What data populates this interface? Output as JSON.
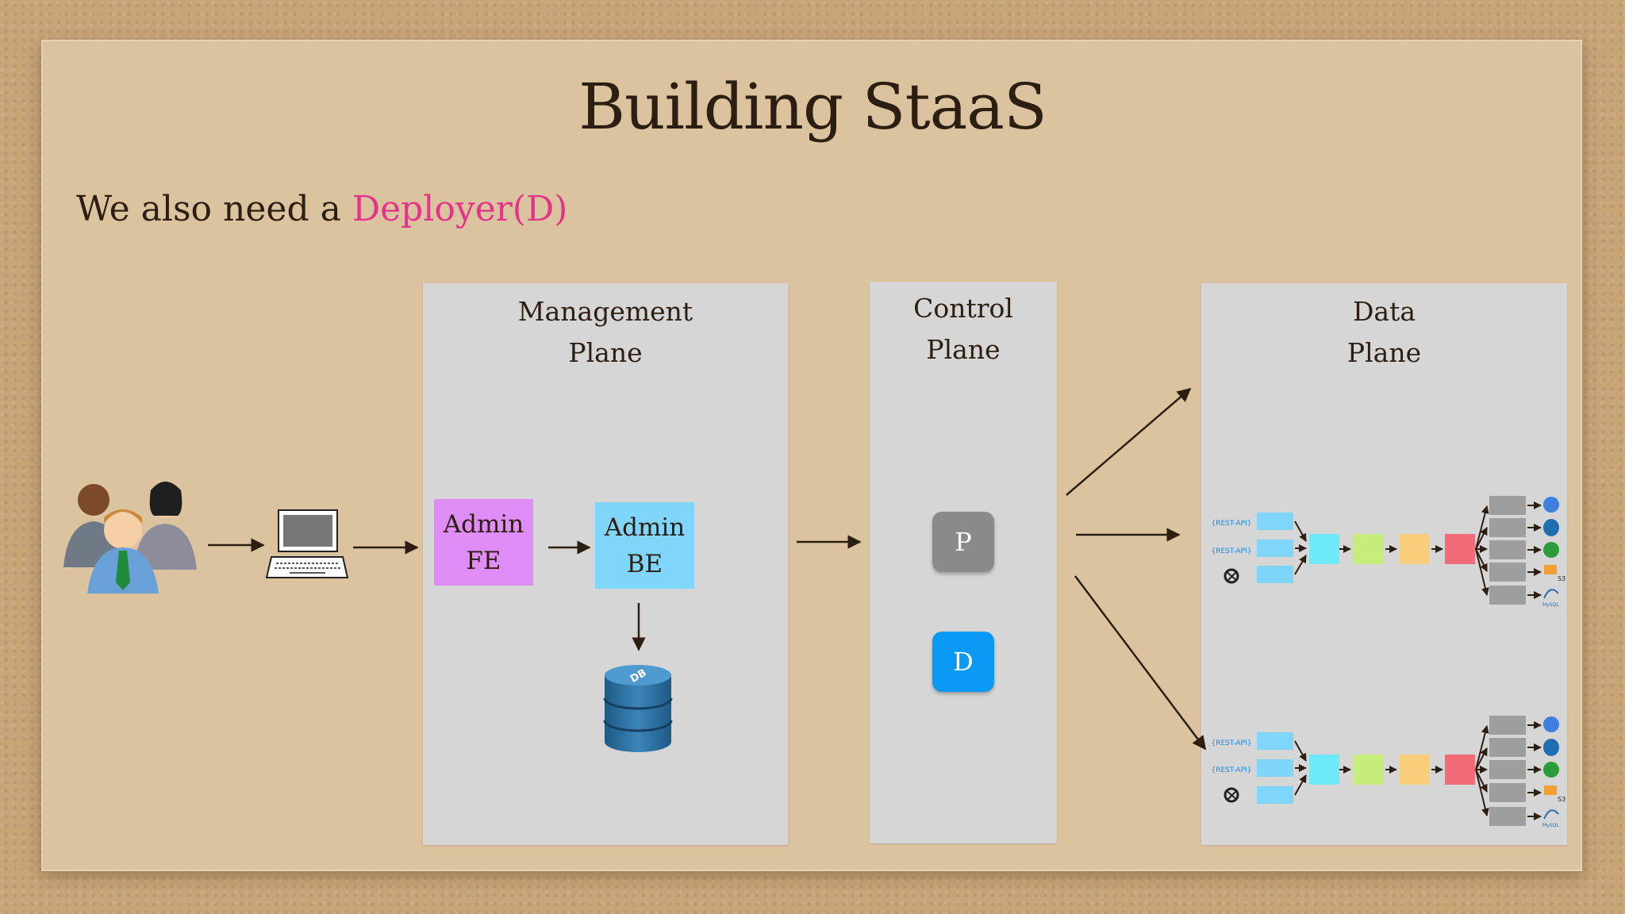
{
  "slide": {
    "title": "Building StaaS",
    "subtitle_prefix": "We also need a ",
    "subtitle_highlight": "Deployer(D)"
  },
  "colors": {
    "highlight": "#e6338a",
    "admin_fe": "#df8cf7",
    "admin_be": "#7fd6fa",
    "node_p": "#8a8a8a",
    "node_d": "#0a9af6",
    "panel": "#d7d6d6",
    "arrow": "#2d1e12"
  },
  "management_plane": {
    "label_line1": "Management",
    "label_line2": "Plane",
    "admin_fe_line1": "Admin",
    "admin_fe_line2": "FE",
    "admin_be_line1": "Admin",
    "admin_be_line2": "BE",
    "db_label": "DB"
  },
  "control_plane": {
    "label_line1": "Control",
    "label_line2": "Plane",
    "node_p": "P",
    "node_d": "D"
  },
  "data_plane": {
    "label_line1": "Data",
    "label_line2": "Plane",
    "source_label": "REST-API",
    "sinks": [
      "S3",
      "MySQL"
    ]
  },
  "icons": {
    "users": "users-group-icon",
    "laptop": "laptop-icon",
    "database": "database-icon"
  }
}
